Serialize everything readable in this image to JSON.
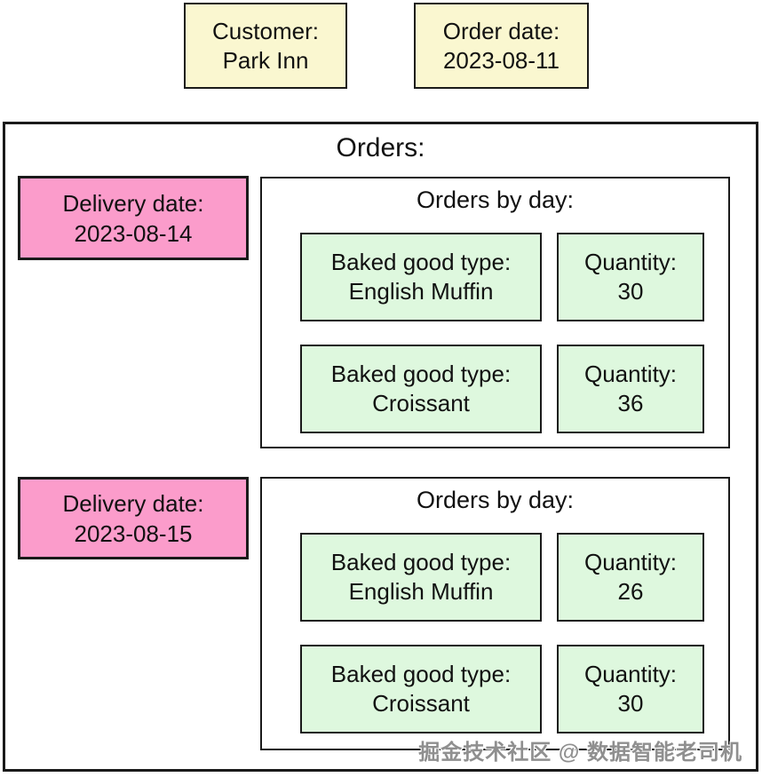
{
  "customer_card": {
    "label": "Customer:",
    "value": "Park Inn"
  },
  "order_date_card": {
    "label": "Order date:",
    "value": "2023-08-11"
  },
  "orders": {
    "title": "Orders:",
    "days": [
      {
        "delivery": {
          "label": "Delivery date:",
          "date": "2023-08-14"
        },
        "panel_title": "Orders by day:",
        "items": [
          {
            "type_label": "Baked good type:",
            "type_value": "English Muffin",
            "qty_label": "Quantity:",
            "qty_value": "30"
          },
          {
            "type_label": "Baked good type:",
            "type_value": "Croissant",
            "qty_label": "Quantity:",
            "qty_value": "36"
          }
        ]
      },
      {
        "delivery": {
          "label": "Delivery date:",
          "date": "2023-08-15"
        },
        "panel_title": "Orders by day:",
        "items": [
          {
            "type_label": "Baked good type:",
            "type_value": "English Muffin",
            "qty_label": "Quantity:",
            "qty_value": "26"
          },
          {
            "type_label": "Baked good type:",
            "type_value": "Croissant",
            "qty_label": "Quantity:",
            "qty_value": "30"
          }
        ]
      }
    ]
  },
  "watermark": "掘金技术社区 @ 数据智能老司机",
  "colors": {
    "card_yellow": "#faf7d0",
    "delivery_pink": "#fb9ccb",
    "item_green": "#def8de",
    "border_black": "#1a1a1a",
    "watermark_gray": "#8f8f8f"
  }
}
